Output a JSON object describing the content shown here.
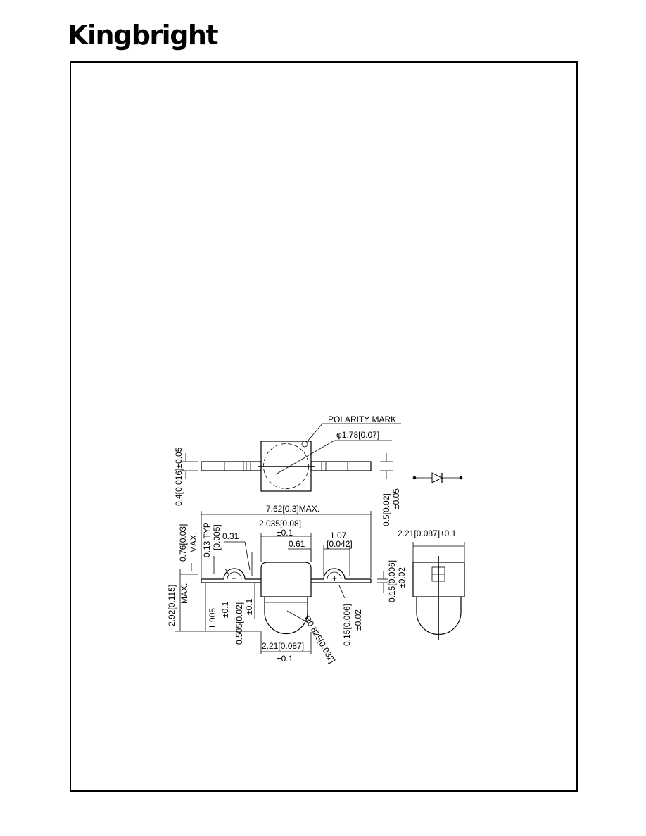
{
  "header": {
    "brand": "Kingbright"
  },
  "drawing": {
    "polarity_mark": "POLARITY  MARK",
    "dims": {
      "lens_dia": "φ1.78[0.07]",
      "thickness": "0.4[0.016]±0.05",
      "lead_thk_a": "0.5[0.02]",
      "lead_thk_b": "±0.05",
      "overall_len": "7.62[0.3]MAX.",
      "body_w_a": "2.035[0.08]",
      "body_w_b": "±0.1",
      "len_1_07_a": "1.07",
      "len_1_07_b": "[0.042]",
      "d_0_61": "0.61",
      "d_0_31": "0.31",
      "typ_a": "0.13  TYP",
      "typ_b": "[0.005]",
      "max_076_a": "0.76[0.03]",
      "max_076_b": "MAX.",
      "h_292_a": "2.92[0.115]",
      "h_292_b": "MAX.",
      "h_1905_a": "1.905",
      "h_1905_b": "±0.1",
      "d_0505_a": "0.505[0.02]",
      "d_0505_b": "±0.1",
      "lens_w_a": "2.21[0.087]",
      "lens_w_b": "±0.1",
      "radius": "R0.825[0.032]",
      "d_015_a": "0.15[0.006]",
      "d_015_b": "±0.02",
      "d_015r_a": "0.15[0.006]",
      "d_015r_b": "±0.02",
      "side_w": "2.21[0.087]±0.1"
    }
  }
}
